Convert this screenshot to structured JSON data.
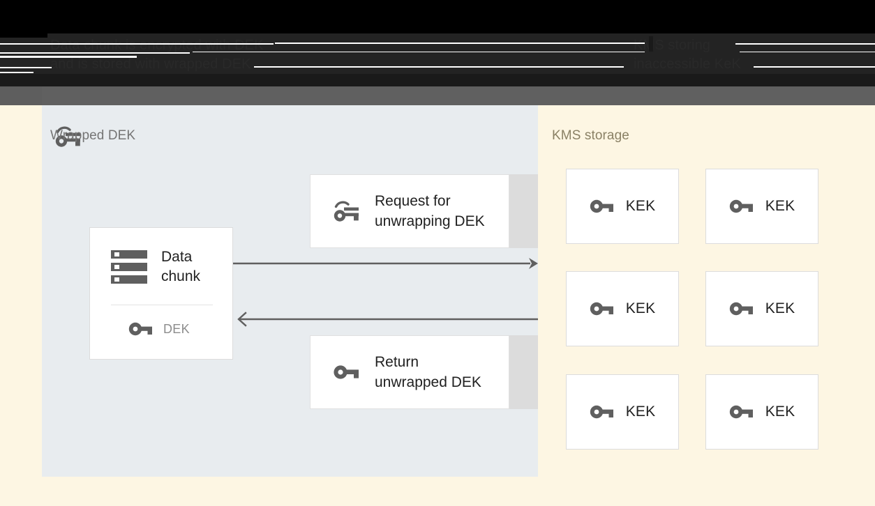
{
  "header": {
    "caption_left": "Data chunk is encrypted with DEK\nand is stored with wrapped DEK",
    "caption_right": "KMS storing\ninaccessible KeK"
  },
  "left_panel": {
    "title": "Wrapped DEK",
    "icon": "wrapped-key-icon",
    "data_chunk": {
      "icon": "server-storage-icon",
      "label": "Data\nchunk",
      "key_icon": "key-icon",
      "key_label": "DEK"
    },
    "messages": [
      {
        "icon": "wrapped-key-icon",
        "text": "Request for\nunwrapping DEK"
      },
      {
        "icon": "key-icon",
        "text": "Return\nunwrapped DEK"
      }
    ],
    "arrows": [
      {
        "name": "request-arrow",
        "direction": "right"
      },
      {
        "name": "return-arrow",
        "direction": "left"
      }
    ]
  },
  "kms": {
    "title": "KMS storage",
    "keys": [
      {
        "icon": "key-icon",
        "label": "KEK"
      },
      {
        "icon": "key-icon",
        "label": "KEK"
      },
      {
        "icon": "key-icon",
        "label": "KEK"
      },
      {
        "icon": "key-icon",
        "label": "KEK"
      },
      {
        "icon": "key-icon",
        "label": "KEK"
      },
      {
        "icon": "key-icon",
        "label": "KEK"
      }
    ]
  },
  "colors": {
    "header_dark": "#232323",
    "header_black": "#000000",
    "band_gray": "#606060",
    "panel_left_bg": "#e8ecef",
    "page_bg": "#fdf6e3",
    "card_white": "#ffffff",
    "icon_gray": "#5f5f5f",
    "text_dark": "#212121",
    "text_muted": "#757575",
    "kms_title": "#8a8165",
    "strip_gray": "#dcdcdc"
  }
}
